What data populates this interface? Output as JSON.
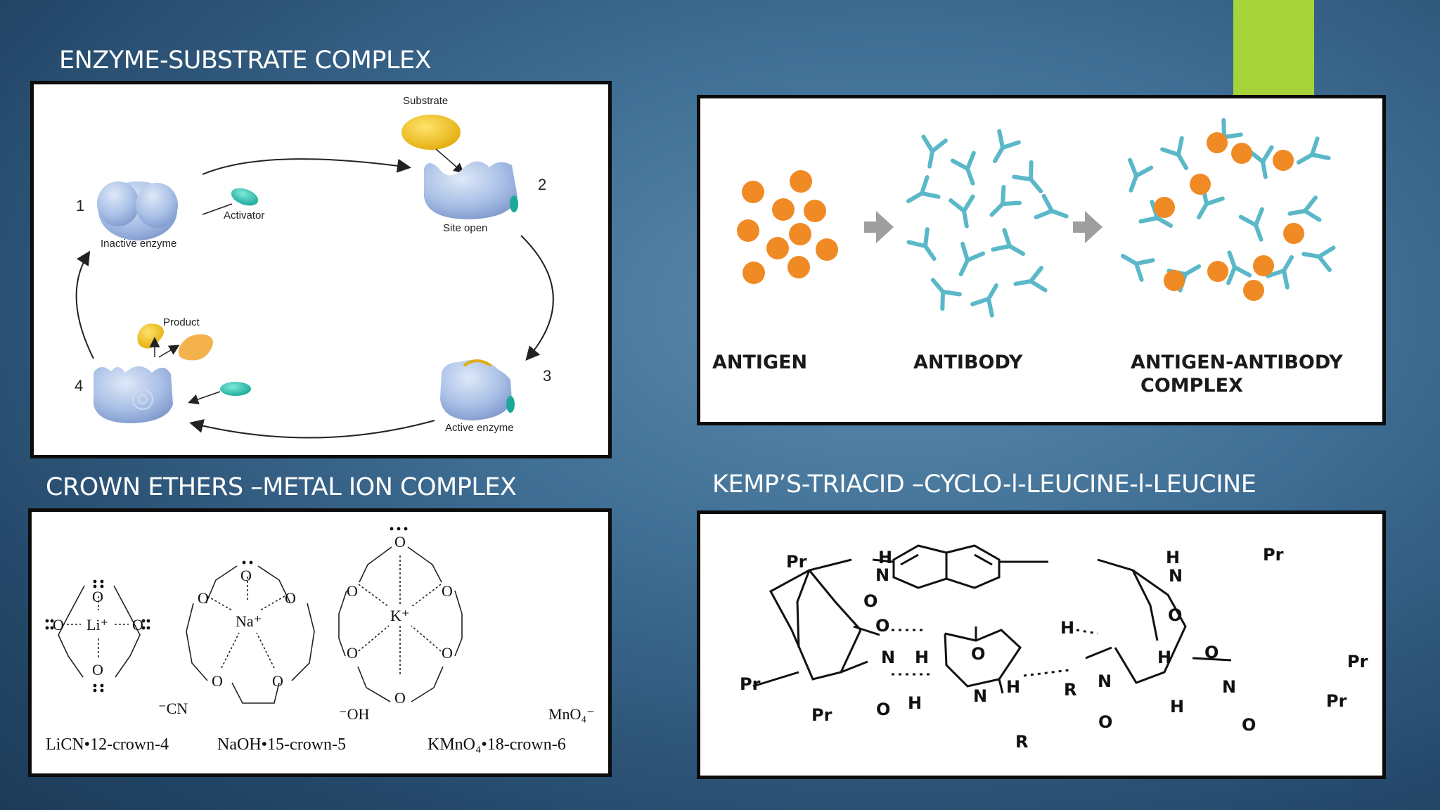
{
  "headings": {
    "enzyme": "ENZYME-SUBSTRATE COMPLEX",
    "crown": "CROWN ETHERS –METAL ION COMPLEX",
    "kemp": "KEMP’S-TRIACID –CYCLO-l-LEUCINE-l-LEUCINE"
  },
  "enzyme_figure": {
    "substrate": "Substrate",
    "activator": "Activator",
    "inactive_enzyme": "Inactive enzyme",
    "site_open": "Site open",
    "product": "Product",
    "active_enzyme": "Active enzyme",
    "step1": "1",
    "step2": "2",
    "step3": "3",
    "step4": "4"
  },
  "antibody_figure": {
    "antigen": "ANTIGEN",
    "antibody": "ANTIBODY",
    "complex_line1": "ANTIGEN-ANTIBODY",
    "complex_line2": "COMPLEX"
  },
  "crown_figure": {
    "captions": [
      "LiCN•12-crown-4",
      "NaOH•15-crown-5",
      "KMnO₄•18-crown-6"
    ],
    "anions": [
      "⁻CN",
      "⁻OH",
      "MnO₄⁻"
    ],
    "cations": [
      "Li⁺",
      "Na⁺",
      "K⁺"
    ],
    "oxygen": "O"
  },
  "kemp_figure": {
    "pr": "Pr",
    "h": "H",
    "n": "N",
    "o": "O",
    "r": "R"
  },
  "colors": {
    "accent": "#a6d33a",
    "antigen": "#f08a24",
    "antibody": "#5ab8c8",
    "enzyme": "#a9c0e6",
    "substrate": "#f2c21c"
  }
}
